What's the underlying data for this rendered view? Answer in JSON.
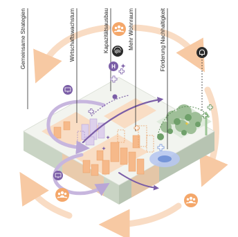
{
  "labels": {
    "gemeinsame_strategien": "Gemeinsame Strategien",
    "wirtschaftswachstum": "Wirtschaftswachstum",
    "kapazitaetsausbau": "Kapazitätsausbau",
    "mehr_wohnraum": "Mehr Wohnraum",
    "foerderung_nachhaltigkeit": "Förderung Nachhaltigkeit"
  },
  "badges": {
    "hydrogen_letter": "H"
  },
  "icons": {
    "people": "people-group-icon",
    "fingerprint": "fingerprint-icon",
    "hydrogen": "hydrogen-icon",
    "bell": "bell-icon",
    "screen": "presentation-screen-icon",
    "cross": "medical-cross-icon"
  },
  "colors": {
    "orange": "#f4a76a",
    "orange_light": "#fbd9bd",
    "orange_pale": "#fde8d6",
    "purple": "#7b5ea7",
    "purple_light": "#c7b6de",
    "green": "#6fa06a",
    "green_light": "#cfe3cc",
    "blue": "#6e8fd6",
    "slab_top": "#f2f4ef",
    "slab_side": "#c9d4c4",
    "dark": "#2b2b2b"
  }
}
